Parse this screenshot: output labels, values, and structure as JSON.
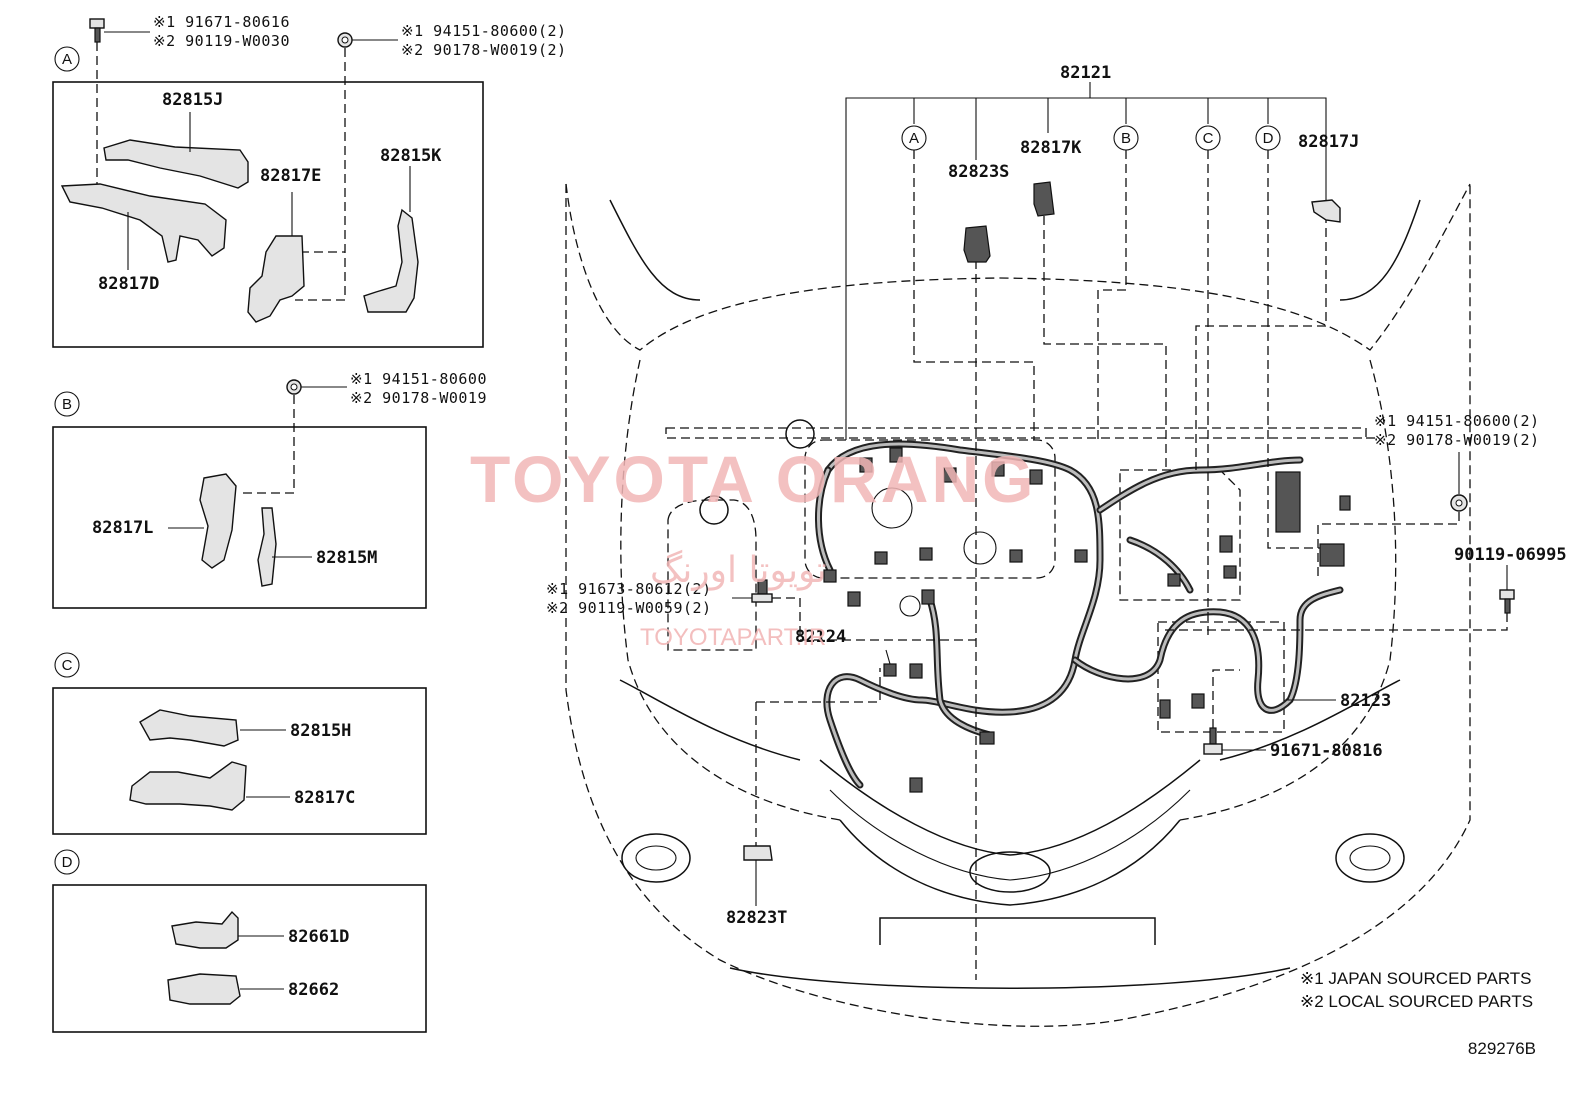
{
  "insets": {
    "a": {
      "letter": "A",
      "bolt_note_1": "※1 91671-80616",
      "bolt_note_2": "※2 90119-W0030",
      "nut_note_1": "※1 94151-80600(2)",
      "nut_note_2": "※2 90178-W0019(2)",
      "parts": [
        "82815J",
        "82817E",
        "82815K",
        "82817D"
      ]
    },
    "b": {
      "letter": "B",
      "nut_note_1": "※1 94151-80600",
      "nut_note_2": "※2 90178-W0019",
      "parts": [
        "82817L",
        "82815M"
      ]
    },
    "c": {
      "letter": "C",
      "parts": [
        "82815H",
        "82817C"
      ]
    },
    "d": {
      "letter": "D",
      "parts": [
        "82661D",
        "82662"
      ]
    }
  },
  "main": {
    "harness_label": "82121",
    "callouts": [
      "A",
      "B",
      "C",
      "D"
    ],
    "parts": {
      "p82817k": "82817K",
      "p82823s": "82823S",
      "p82817j": "82817J",
      "p82124": "82124",
      "p82123": "82123",
      "p82823t": "82823T",
      "p90119_06995": "90119-06995",
      "p91671_80816": "91671-80816"
    },
    "notes": {
      "right_1": "※1 94151-80600(2)",
      "right_2": "※2 90178-W0019(2)",
      "left_1": "※1 91673-80612(2)",
      "left_2": "※2 90119-W0059(2)"
    }
  },
  "legend": {
    "line1": "※1 JAPAN SOURCED PARTS",
    "line2": "※2 LOCAL SOURCED PARTS"
  },
  "diagram_id": "829276B",
  "watermark": {
    "main": "TOYOTA ORANG",
    "arabic": "تويوتا اورنگ",
    "site": "TOYOTAPART.IR"
  }
}
